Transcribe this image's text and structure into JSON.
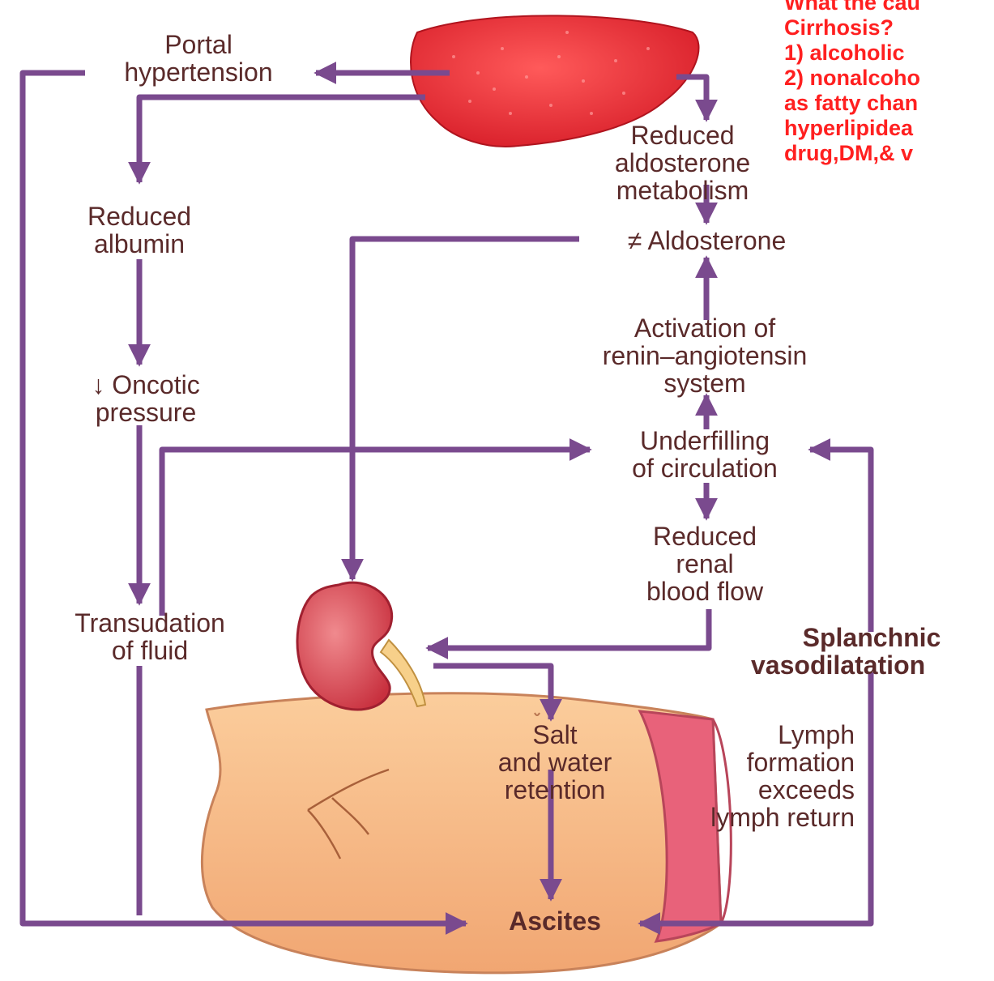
{
  "labels": {
    "portal_hypertension": [
      "Portal",
      "hypertension"
    ],
    "reduced_aldosterone_metabolism": [
      "Reduced",
      "aldosterone",
      "metabolism"
    ],
    "reduced_albumin": [
      "Reduced",
      "albumin"
    ],
    "aldosterone": "≠ Aldosterone",
    "activation_raas": [
      "Activation of",
      "renin–angiotensin",
      "system"
    ],
    "oncotic_pressure": [
      "↓ Oncotic",
      "pressure"
    ],
    "underfilling": [
      "Underfilling",
      "of circulation"
    ],
    "reduced_renal_blood_flow": [
      "Reduced",
      "renal",
      "blood flow"
    ],
    "transudation": [
      "Transudation",
      "of fluid"
    ],
    "splanchnic": [
      "Splanchnic",
      "vasodilatation"
    ],
    "salt_water": [
      "Salt",
      "and water",
      "retention"
    ],
    "lymph": [
      "Lymph",
      "formation",
      "exceeds",
      "lymph return"
    ],
    "ascites": "Ascites"
  },
  "note": {
    "lines": [
      "What the cau",
      "Cirrhosis?",
      "1) alcoholic",
      "2) nonalcoho",
      "as fatty chan",
      "hyperlipidea",
      "drug,DM,& v"
    ]
  },
  "colors": {
    "arrow": "#7a4a8e",
    "label_text": "#5a2a2a",
    "note_text": "#ff2020",
    "liver": "#e8333c",
    "kidney": "#d4404c",
    "abdomen": "#f6b582"
  }
}
